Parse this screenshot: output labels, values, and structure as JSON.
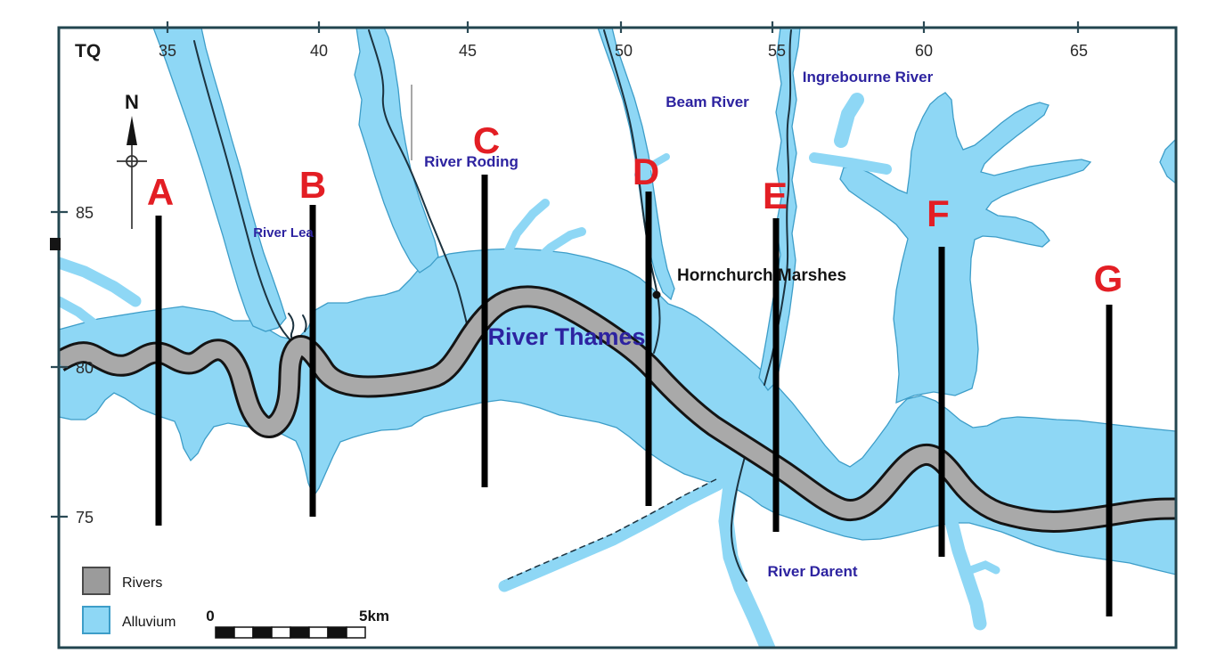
{
  "map": {
    "grid_letters": "TQ",
    "north_label": "N",
    "top_grid_labels": [
      "35",
      "40",
      "45",
      "50",
      "55",
      "60",
      "65"
    ],
    "left_grid_labels": [
      "85",
      "80",
      "75"
    ],
    "transect_labels": [
      "A",
      "B",
      "C",
      "D",
      "E",
      "F",
      "G"
    ],
    "river_labels": {
      "lea": "River Lea",
      "roding": "River Roding",
      "beam": "Beam River",
      "ingrebourne": "Ingrebourne River",
      "thames": "River Thames",
      "darent": "River Darent"
    },
    "place_labels": {
      "hornchurch": "Hornchurch Marshes"
    },
    "legend": {
      "rivers": "Rivers",
      "alluvium": "Alluvium"
    },
    "scale": {
      "start": "0",
      "end": "5km"
    },
    "colors": {
      "alluvium": "#8ed7f5",
      "alluvium_outline": "#3d9dc8",
      "river_channel_gray": "#a9a9a9",
      "transect_black": "#000000",
      "transect_letter_red": "#e31e24",
      "river_label_blue": "#2d23a0",
      "frame": "#22454f"
    }
  }
}
